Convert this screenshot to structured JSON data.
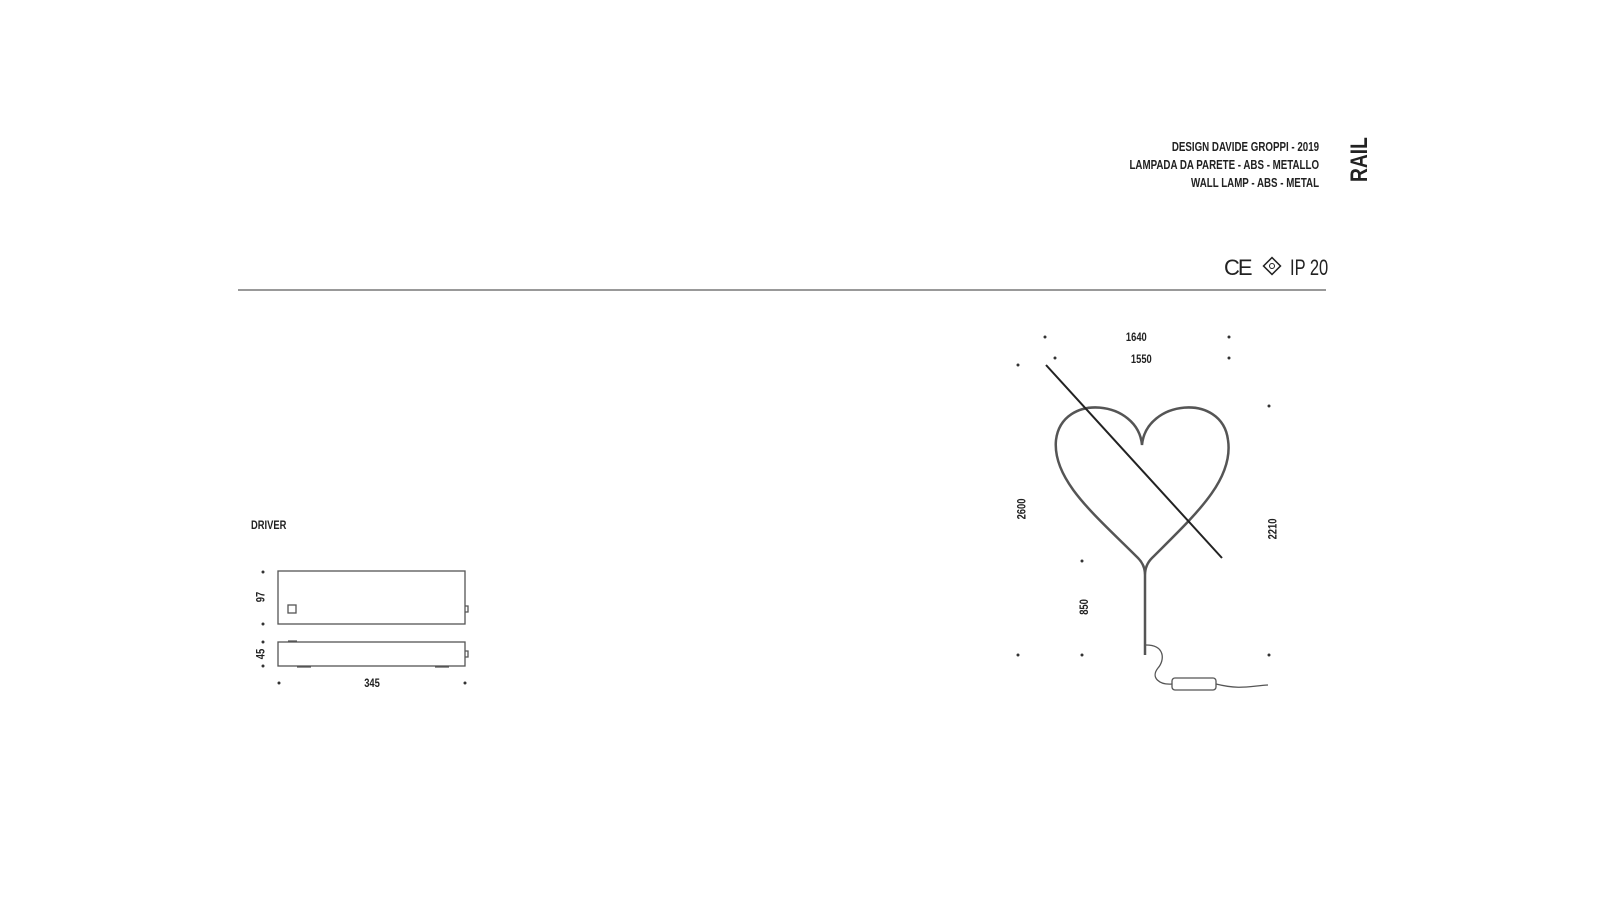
{
  "header": {
    "product_name": "RAIL",
    "lines": [
      "DESIGN DAVIDE GROPPI - 2019",
      "LAMPADA DA PARETE - ABS - METALLO",
      "WALL LAMP - ABS - METAL"
    ],
    "marks": {
      "ce": "CE",
      "ip": "IP 20"
    }
  },
  "driver": {
    "label": "DRIVER",
    "height_top": "97",
    "height_side": "45",
    "width": "345"
  },
  "lamp": {
    "width_outer": "1640",
    "width_inner": "1550",
    "height_total": "2600",
    "height_heart": "2210",
    "stem": "850"
  }
}
